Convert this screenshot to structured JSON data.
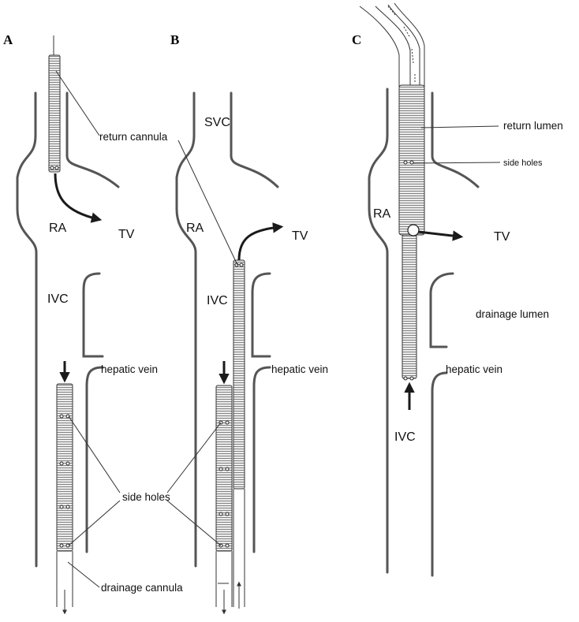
{
  "panels": [
    "A",
    "B",
    "C"
  ],
  "labels": {
    "return_cannula": "return cannula",
    "ra": "RA",
    "tv": "TV",
    "svc": "SVC",
    "ivc": "IVC",
    "hepatic_vein": "hepatic vein",
    "side_holes": "side holes",
    "drainage_cannula": "drainage cannula",
    "return_lumen": "return lumen",
    "drainage_lumen": "drainage lumen"
  },
  "colors": {
    "vessel": "#555555",
    "arrow": "#1a1a1a",
    "cannula_fill": "#e9e9e9"
  }
}
